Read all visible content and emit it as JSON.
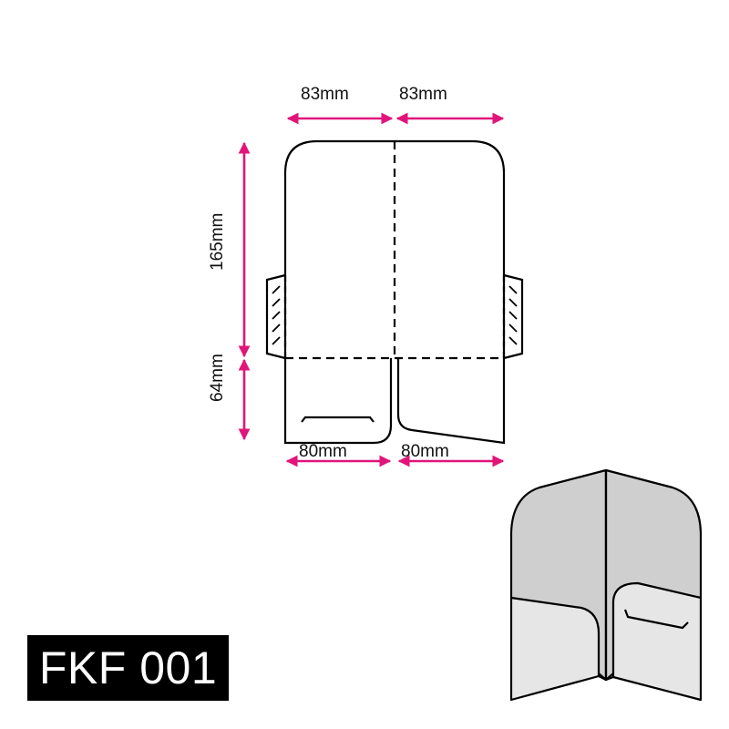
{
  "product_code": "FKF 001",
  "dimensions": {
    "top_left_width": "83mm",
    "top_right_width": "83mm",
    "height_cover": "165mm",
    "height_pocket": "64mm",
    "bottom_left_width": "80mm",
    "bottom_right_width": "80mm"
  },
  "colors": {
    "dimension_arrow": "#e0157a",
    "outline": "#000000",
    "mockup_back": "#cfcfcf",
    "mockup_pocket": "#e6e6e6",
    "badge_bg": "#000000",
    "badge_text": "#ffffff"
  },
  "figures": {
    "flat_template": "folder-die-line-template",
    "mockup": "open-folder-3d-mockup"
  }
}
